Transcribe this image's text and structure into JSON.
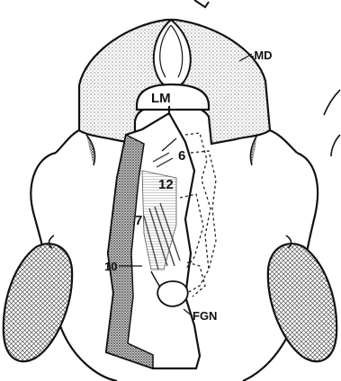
{
  "diagram": {
    "labels": {
      "md": "-MD",
      "lm": "LM",
      "n6": "6",
      "n12": "12",
      "n7": "7",
      "n10": "10",
      "fgn": "FGN"
    }
  },
  "colors": {
    "ink": "#111111",
    "stipple": "#9a9a9a",
    "dark_stipple": "#5a5a5a",
    "paper": "#ffffff"
  }
}
